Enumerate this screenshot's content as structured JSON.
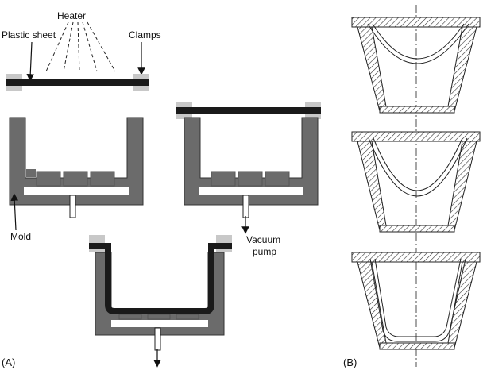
{
  "panel_a": {
    "panel_label": "(A)",
    "labels": {
      "heater": "Heater",
      "plastic_sheet": "Plastic sheet",
      "clamps": "Clamps",
      "mold": "Mold",
      "vacuum_line1": "Vacuum",
      "vacuum_line2": "pump"
    }
  },
  "panel_b": {
    "panel_label": "(B)"
  },
  "colors": {
    "mold": "#6b6b6b",
    "sheet": "#1a1a1a",
    "clamp": "#c8c8c8",
    "hatch": "#333333"
  }
}
